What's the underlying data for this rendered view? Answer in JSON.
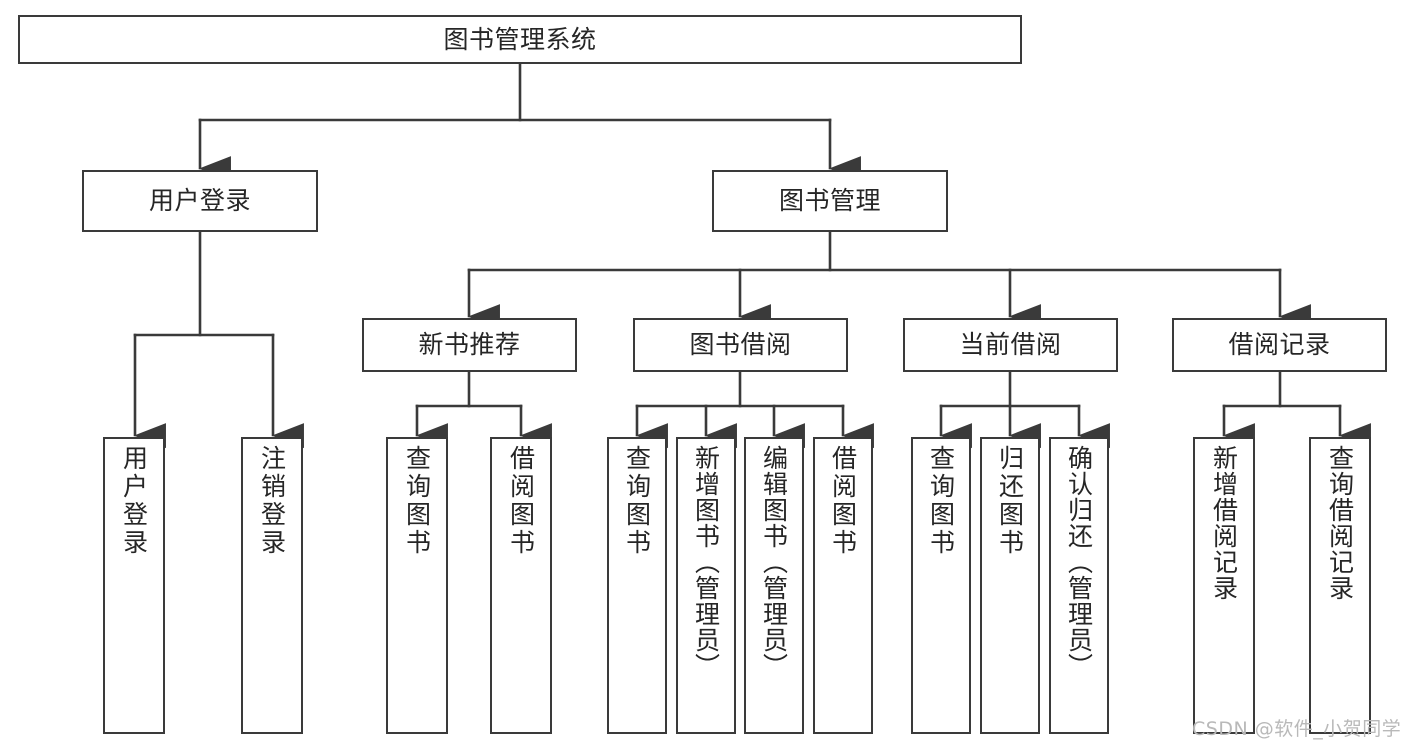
{
  "diagram": {
    "title": "图书管理系统",
    "type": "hierarchy-tree",
    "colors": {
      "border": "#3a3a3a",
      "text": "#262626",
      "background": "#ffffff",
      "watermark": "#b9b9b9"
    },
    "root": {
      "label": "图书管理系统"
    },
    "level2": [
      {
        "label": "用户登录"
      },
      {
        "label": "图书管理"
      }
    ],
    "level3": [
      {
        "label": "新书推荐"
      },
      {
        "label": "图书借阅"
      },
      {
        "label": "当前借阅"
      },
      {
        "label": "借阅记录"
      }
    ],
    "leaves": {
      "user_login": [
        {
          "label": "用户登录"
        },
        {
          "label": "注销登录"
        }
      ],
      "new_book_recommend": [
        {
          "label": "查询图书"
        },
        {
          "label": "借阅图书"
        }
      ],
      "book_borrow": [
        {
          "label": "查询图书"
        },
        {
          "label": "新增图书（管理员）"
        },
        {
          "label": "编辑图书（管理员）"
        },
        {
          "label": "借阅图书"
        }
      ],
      "current_borrow": [
        {
          "label": "查询图书"
        },
        {
          "label": "归还图书"
        },
        {
          "label": "确认归还（管理员）"
        }
      ],
      "borrow_record": [
        {
          "label": "新增借阅记录"
        },
        {
          "label": "查询借阅记录"
        }
      ]
    },
    "watermark": "CSDN @软件_小贺同学"
  }
}
